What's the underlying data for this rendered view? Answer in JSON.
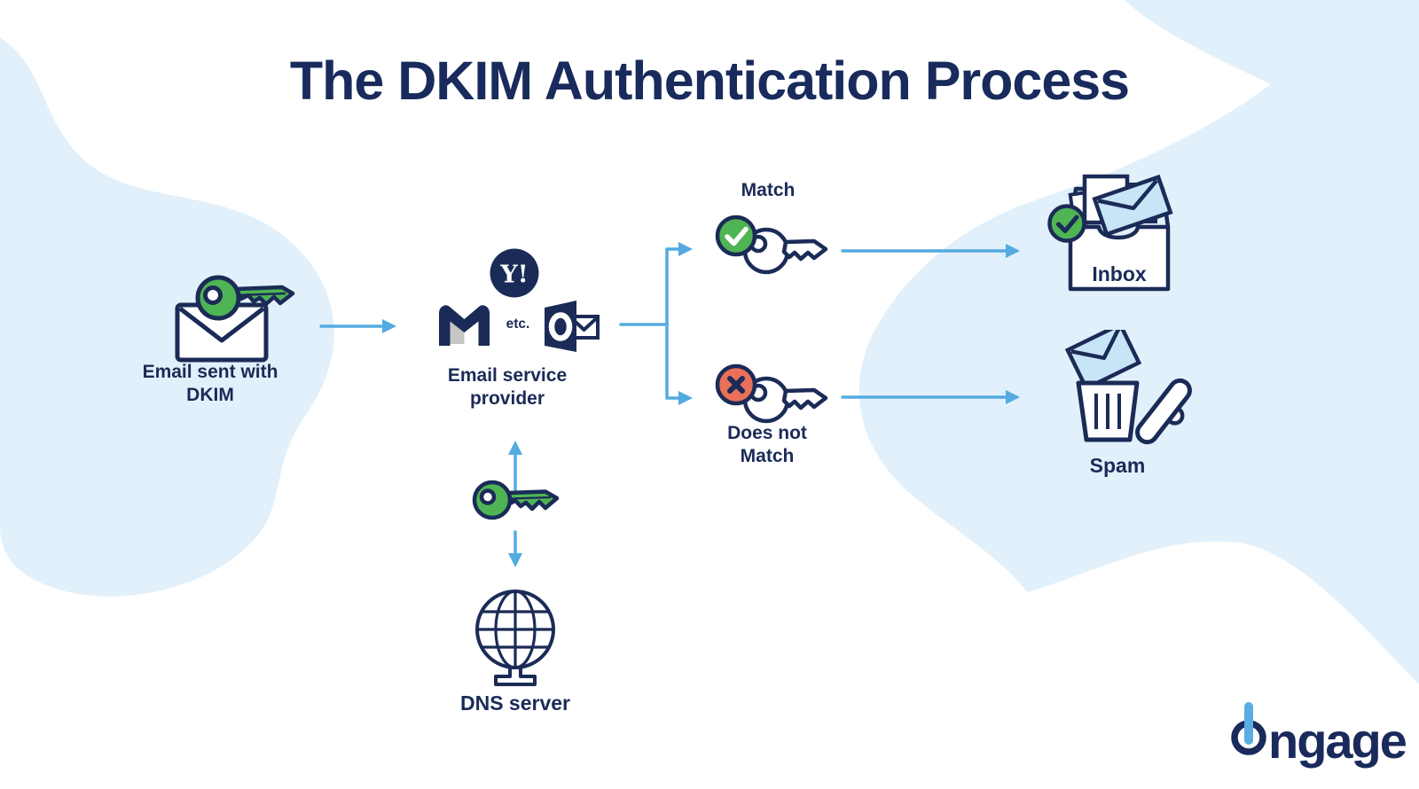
{
  "title": "The DKIM Authentication Process",
  "diagram": {
    "email_sent": {
      "label": "Email sent with\nDKIM",
      "icon": "envelope-with-key-icon"
    },
    "esp": {
      "label": "Email service\nprovider",
      "etc": "etc.",
      "yahoo": "Y!",
      "icons": [
        "yahoo-icon",
        "gmail-icon",
        "outlook-icon"
      ]
    },
    "dkim_key": {
      "icon": "green-key-icon"
    },
    "dns": {
      "label": "DNS server",
      "icon": "globe-server-icon"
    },
    "match": {
      "label": "Match",
      "icon": "key-with-check-icon"
    },
    "no_match": {
      "label": "Does not\nMatch",
      "icon": "key-with-x-icon"
    },
    "inbox": {
      "label": "Inbox",
      "icon": "inbox-tray-with-check-icon"
    },
    "spam": {
      "label": "Spam",
      "icon": "trash-with-envelope-icon"
    }
  },
  "logo": {
    "name": "ongage",
    "wordmark_rest": "ngage"
  },
  "colors": {
    "navy": "#1B2B57",
    "title_navy": "#192A5C",
    "arrow_blue": "#54ABE0",
    "key_green": "#4FB454",
    "error_red": "#EB7059",
    "blob_light_blue": "#E1F0FA",
    "envelope_light_blue": "#C7E5F6"
  }
}
